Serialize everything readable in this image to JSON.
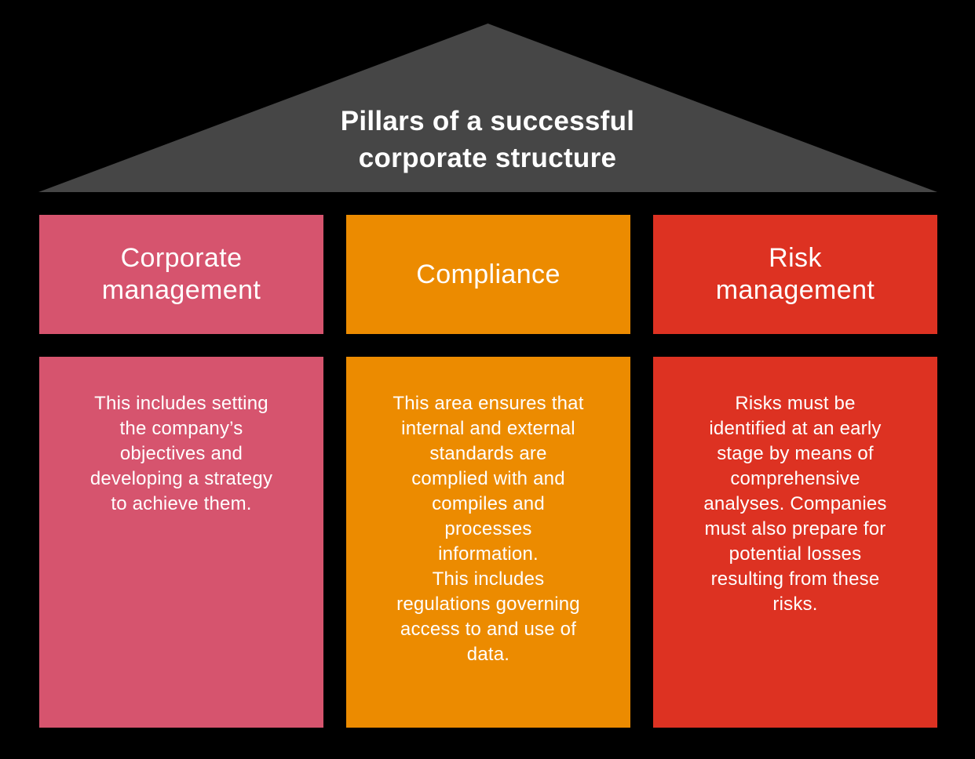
{
  "page": {
    "background_color": "#000000",
    "text_color": "#ffffff"
  },
  "roof": {
    "title": "Pillars of a successful\ncorporate structure",
    "color": "#464646",
    "text_color": "#ffffff"
  },
  "pillars": [
    {
      "id": "corporate-management",
      "header": "Corporate\nmanagement",
      "body": "This includes setting\nthe company’s\nobjectives and\ndeveloping a strategy\nto achieve them.",
      "color": "#d6546e"
    },
    {
      "id": "compliance",
      "header": "Compliance",
      "body": "This area ensures that\ninternal and external\nstandards are\ncomplied with and\ncompiles and\nprocesses\ninformation.\nThis includes\nregulations governing\naccess to and use of\ndata.",
      "color": "#ec8b00"
    },
    {
      "id": "risk-management",
      "header": "Risk\nmanagement",
      "body": "Risks must be\nidentified at an early\nstage by means of\ncomprehensive\nanalyses. Companies\nmust also prepare for\npotential losses\nresulting from these\nrisks.",
      "color": "#dd3222"
    }
  ]
}
